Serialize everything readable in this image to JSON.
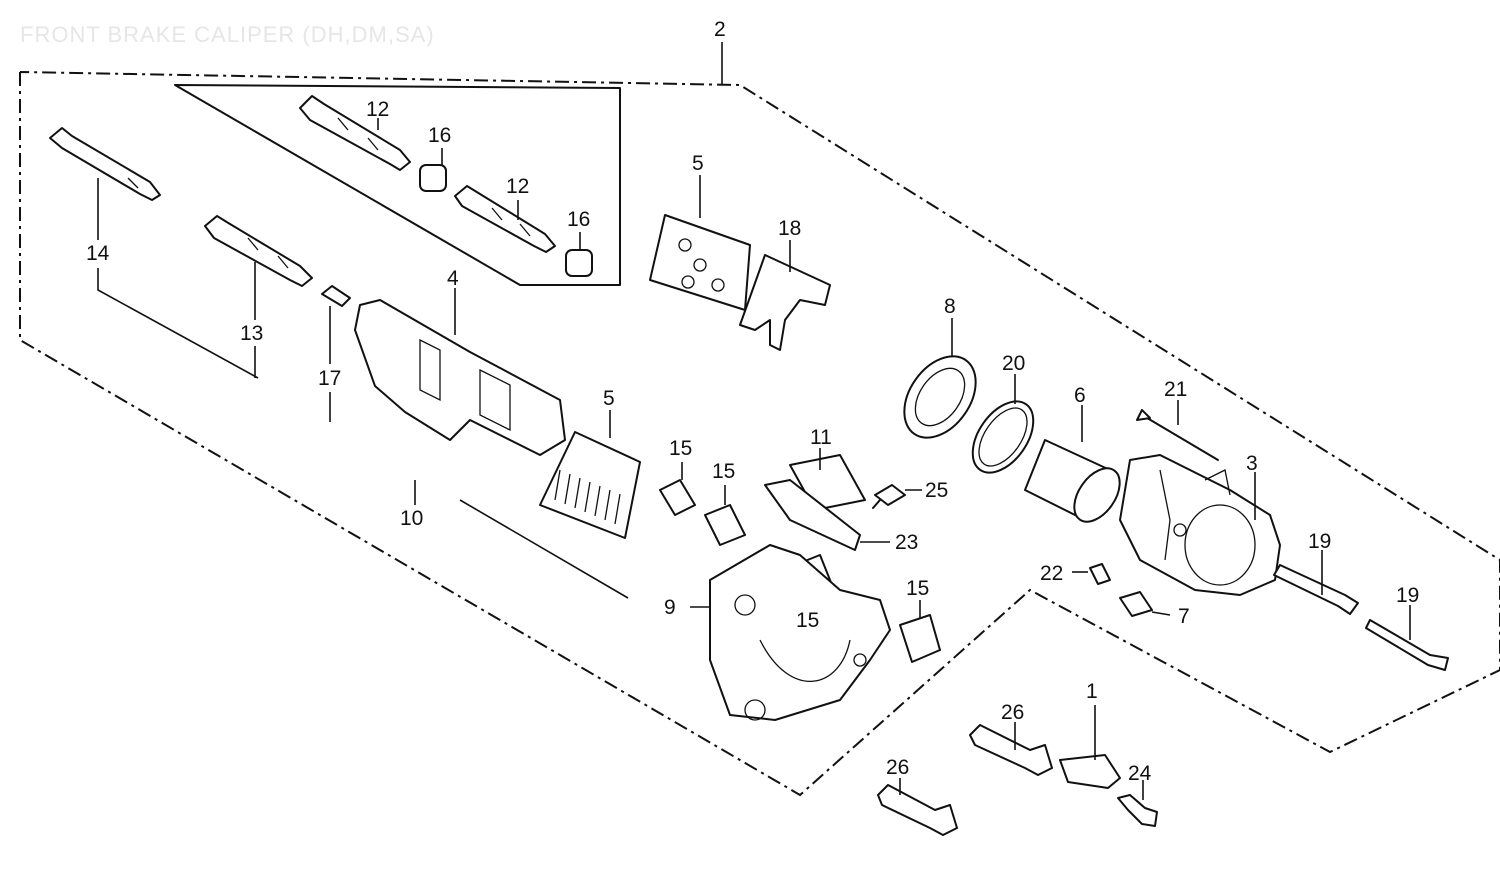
{
  "title": "FRONT BRAKE CALIPER (DH,DM,SA)",
  "callouts": {
    "c1": "1",
    "c2": "2",
    "c3": "3",
    "c4": "4",
    "c5a": "5",
    "c5b": "5",
    "c6": "6",
    "c7": "7",
    "c8": "8",
    "c9": "9",
    "c10": "10",
    "c11": "11",
    "c12a": "12",
    "c12b": "12",
    "c13": "13",
    "c14": "14",
    "c15a": "15",
    "c15b": "15",
    "c15c": "15",
    "c15d": "15",
    "c16a": "16",
    "c16b": "16",
    "c17": "17",
    "c18": "18",
    "c19a": "19",
    "c19b": "19",
    "c20": "20",
    "c21": "21",
    "c22": "22",
    "c23": "23",
    "c24": "24",
    "c25": "25",
    "c26a": "26",
    "c26b": "26"
  }
}
